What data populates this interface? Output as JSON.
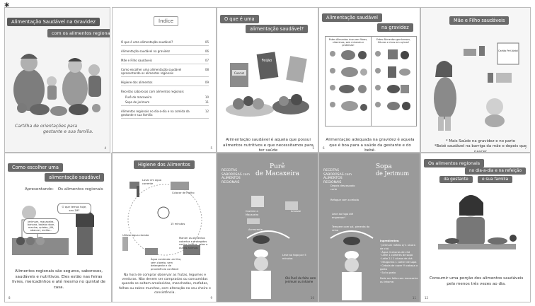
{
  "marker": "*",
  "pages": {
    "p1": {
      "banner1": "Alimentação Saudável na Gravidez",
      "banner2": "com os alimentos regionais",
      "caption_line1": "Cartilha de orientações para",
      "caption_line2": "gestante e sua família.",
      "num": "4"
    },
    "p2": {
      "title": "Índice",
      "num": "5",
      "rows": [
        {
          "label": "O que é uma alimentação saudável?",
          "page": "05"
        },
        {
          "label": "Alimentação saudável na gravidez",
          "page": "06"
        },
        {
          "label": "Mãe e Filho saudáveis",
          "page": "07"
        },
        {
          "label": "Como escolher uma alimentação saudável apresentando os alimentos regionais",
          "page": "08"
        },
        {
          "label": "Higiene dos alimentos",
          "page": "09"
        },
        {
          "label": "Receitas saborosas com alimentos regionais",
          "page": ""
        },
        {
          "label": "Alimentos regionais no dia-a-dia e na comida da gestante e sua família",
          "page": "12"
        }
      ],
      "subs": [
        {
          "label": "Purê de macaxeira",
          "page": "10"
        },
        {
          "label": "Sopa de jerimum",
          "page": "11"
        }
      ]
    },
    "p3": {
      "banner1": "O que é uma",
      "banner2": "alimentação saudável?",
      "text": "Alimentação saudável é aquela que possui alimentos nutritivos e que necessitamos para ter saúde",
      "num": "5",
      "label_cuscuz": "Cuscuz",
      "label_feijao": "Feijão"
    },
    "p4": {
      "banner1": "Alimentação saudável",
      "banner2": "na gravidez",
      "col1": "Estes Alimentos ricos em fibras, vitaminas, sais minerais e proteínas!",
      "col2": "Estes Alimentos gordurosos, frituras e ricos em açúcar!",
      "text": "Alimentação adequada na gravidez é aquela que é boa para a saúde da gestante e do bebê.",
      "num": "6"
    },
    "p5": {
      "banner": "Mãe e Filho saudáveis",
      "text1": "* Mais Saúde na gravidez e no parto",
      "text2": "*Bebê saudável na barriga da mãe e depois que nascer",
      "num": "7",
      "card": "Cartão Pré-Natal"
    },
    "p6": {
      "banner1": "Como escolher uma",
      "banner2": "alimentação saudável",
      "sub_label": "Apresentando:",
      "sub_value": "Os alimentos regionais",
      "bubble1": "O que temos hoje, seu Zé?",
      "bubble2": "Jerimum, macaxeira, banana, batata doce, maxixe, quiabo, jiló, abacaxi, melão...",
      "text": "Alimentos regionais são seguros, saborosos, saudáveis e nutritivos. Eles estão nas feiras livres, mercadinhos e até mesmo no quintal de casa.",
      "num": "8"
    },
    "p7": {
      "banner": "Higiene dos Alimentos",
      "n1": "Lavar em água corrente",
      "n2": "Colocar de molho",
      "n3": "15 minutos",
      "n4": "Utilizar água clorada",
      "n5": "Manter os alimentos cobertos e protegidos contra insetos, ratos e outros animais",
      "n6": "Água contendo um litro, sem cloreto, sem detergente e de procedência confiável",
      "text": "Na hora de comprar observar as frutas, legumes e verduras. Não devem ser compradas ou consumidas quando se soltam amolecidas, manchadas, mofadas, folhas ou raízes murchas, com alteração no seu cheiro e consistência.",
      "num": "9"
    },
    "p8": {
      "side": "RECEITAS SABOROSAS com ALIMENTOS REGIONAIS",
      "title1": "Purê",
      "title2": "de Macaxeira",
      "chef": "Olá Purê de feito com jerimum ou inhame",
      "num": "10",
      "n1": "Cozinhe a Macaxeira",
      "n2": "Amasse",
      "n3": "Acrescente",
      "n4": "Leve ao fogo por 5 minutos"
    },
    "p9": {
      "side": "RECEITAS SABOROSAS com ALIMENTOS REGIONAIS",
      "title1": "Sopa",
      "title2": "de Jerimum",
      "ingredients_title": "Ingredientes:",
      "ingredients": [
        "· Jerimum médio 2/ 1 xícara de chá",
        "· Água 4 xícaras de chá",
        "· Leite 1 colheres de sopa",
        "· Leite 2 / 1 xícara de chá",
        "· Margarina 1 colher de sopa",
        "· Cebola de cozer ½ cabeça a gosto",
        "· Sal a gosto"
      ],
      "step1": "Depois descascado corte",
      "step2": "Refogue com a cebola",
      "step3": "Leve ao fogo até engrossar!",
      "step4": "Tempere com sal, pimenta do reino",
      "extra": "Pode ser feito com macaxeira ou inhame.",
      "num": "11"
    },
    "p10": {
      "banner1": "Os alimentos regionais",
      "banner2": "no dia-a-dia e na refeição",
      "banner3": "da gestante",
      "banner4": "e sua família",
      "text": "Consumir uma porção dos alimentos saudáveis pelo menos três vezes ao dia.",
      "num": "12"
    }
  },
  "colors": {
    "banner": "#6a6a6a",
    "gray_page": "#9a9a9a"
  }
}
